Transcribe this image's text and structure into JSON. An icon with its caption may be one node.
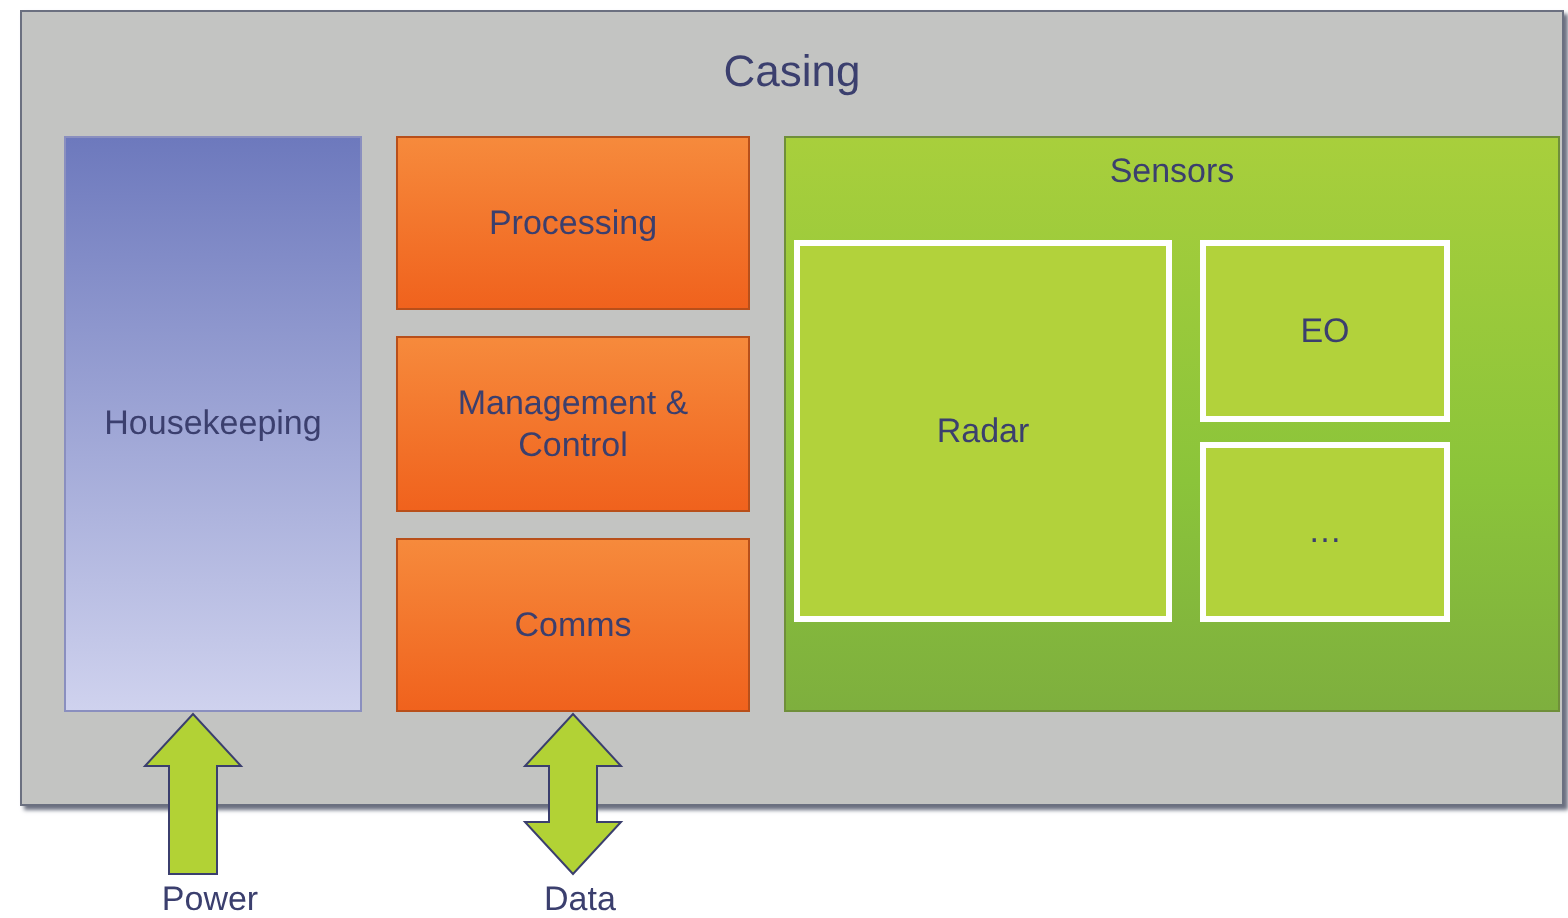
{
  "diagram": {
    "nodes": [
      {
        "text": [
          "Casing"
        ]
      },
      {
        "text": [
          "Housekeeping"
        ],
        "in": 0
      },
      {
        "text": [
          "Processing"
        ],
        "in": 0
      },
      {
        "text": [
          "Management & Control"
        ],
        "in": 0
      },
      {
        "text": [
          "Comms"
        ],
        "in": 0
      },
      {
        "text": [
          "Sensors"
        ],
        "in": 0
      },
      {
        "text": [
          "Radar"
        ],
        "in": 5
      },
      {
        "text": [
          "EO"
        ],
        "in": 5
      },
      {
        "text": [
          "…"
        ],
        "in": 5
      },
      {
        "text": [
          "Power"
        ]
      },
      {
        "text": [
          "Data"
        ]
      }
    ],
    "edges": [
      {
        "from": 9,
        "to": 1,
        "arrow": "to",
        "style": "thick"
      },
      {
        "from": 10,
        "to": 4,
        "arrow": "both",
        "style": "thick"
      }
    ]
  }
}
